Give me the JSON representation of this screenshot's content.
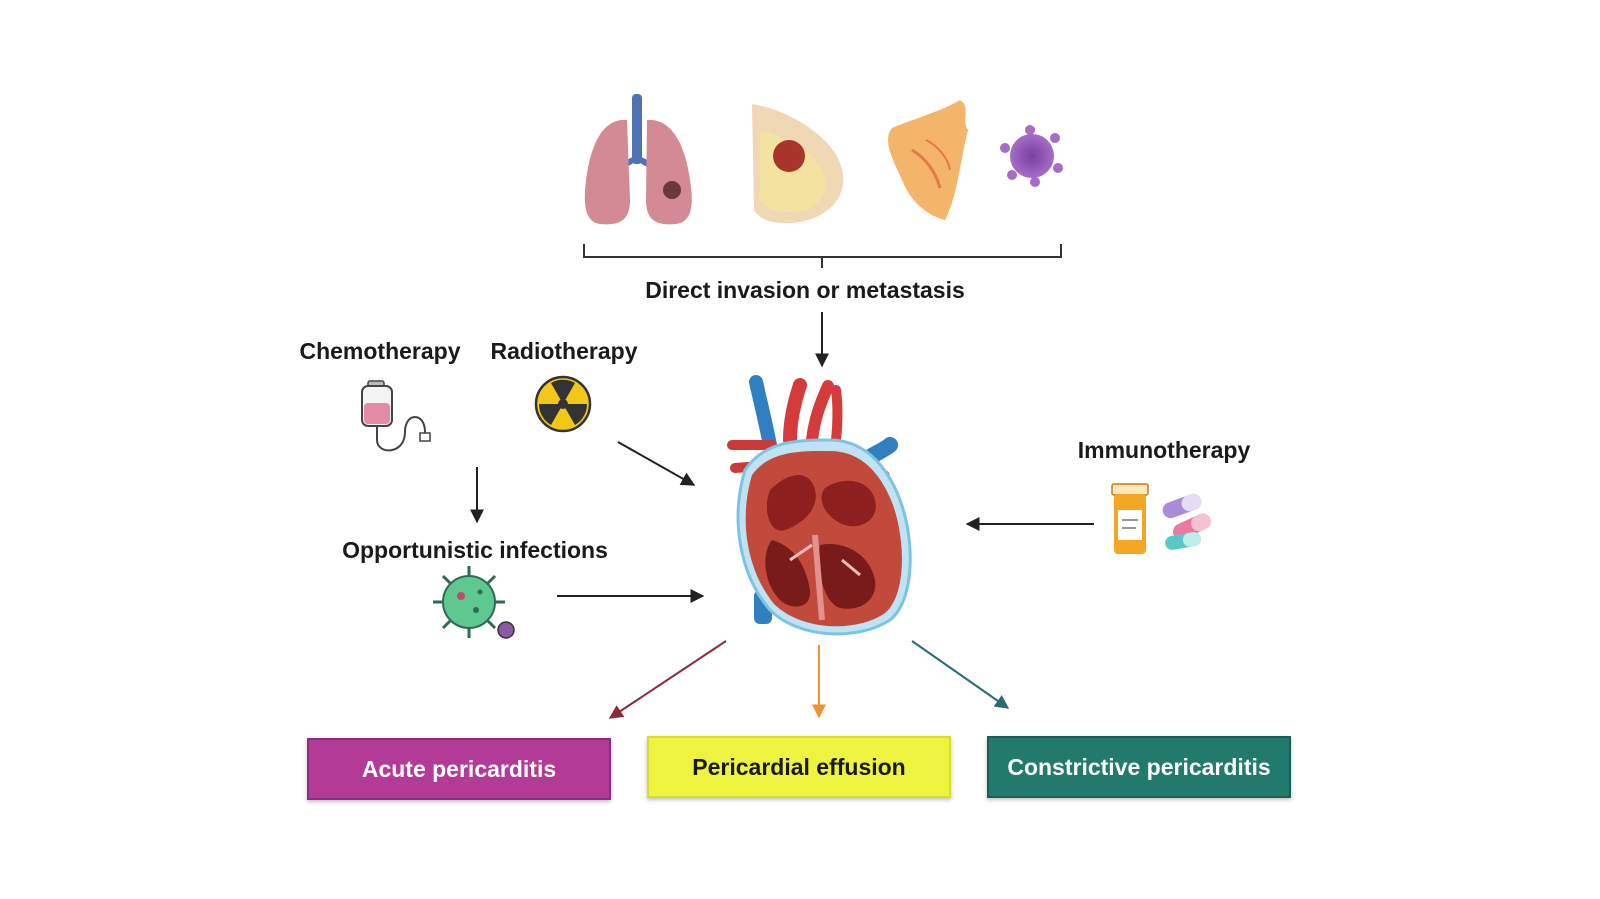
{
  "labels": {
    "direct_invasion": "Direct invasion or metastasis",
    "chemotherapy": "Chemotherapy",
    "radiotherapy": "Radiotherapy",
    "opportunistic_infections": "Opportunistic infections",
    "immunotherapy": "Immunotherapy"
  },
  "outcomes": {
    "acute": {
      "label": "Acute pericarditis",
      "color": "#b33a96",
      "text_color": "#ffffff"
    },
    "effusion": {
      "label": "Pericardial effusion",
      "color": "#eef33f",
      "text_color": "#1a1a1a"
    },
    "constrictive": {
      "label": "Constrictive pericarditis",
      "color": "#227a6c",
      "text_color": "#ffffff"
    }
  },
  "icons": [
    "lungs-icon",
    "breast-tumor-icon",
    "organ-tissue-icon",
    "cancer-cell-icon",
    "iv-drip-icon",
    "radiation-icon",
    "virus-icon",
    "pill-bottle-icon",
    "capsules-icon",
    "heart-icon"
  ],
  "colors": {
    "arrow_default": "#222222",
    "arrow_acute": "#8e2a3a",
    "arrow_effusion": "#f0922f",
    "arrow_constrictive": "#2b6b75"
  }
}
